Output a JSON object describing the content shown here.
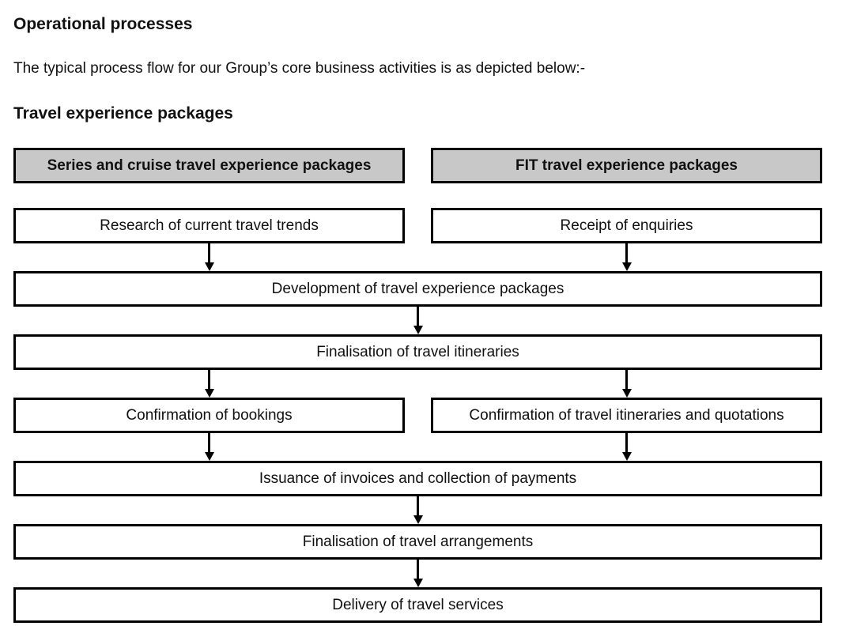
{
  "page": {
    "heading": "Operational processes",
    "intro": "The typical process flow for our Group’s core business activities is as depicted below:-",
    "subheading": "Travel experience packages"
  },
  "colors": {
    "header_box_fill": "#c8c8c8",
    "box_border": "#000000",
    "text_color": "#111111"
  },
  "flowchart": {
    "columns": [
      {
        "header": "Series and cruise travel experience packages",
        "step1": "Research of current travel trends",
        "step2": "Confirmation of bookings"
      },
      {
        "header": "FIT travel experience packages",
        "step1": "Receipt of enquiries",
        "step2": "Confirmation of travel itineraries and quotations"
      }
    ],
    "shared_steps": [
      "Development of travel experience packages",
      "Finalisation of travel itineraries",
      "Issuance of invoices and collection of payments",
      "Finalisation of travel arrangements",
      "Delivery of travel services"
    ]
  }
}
